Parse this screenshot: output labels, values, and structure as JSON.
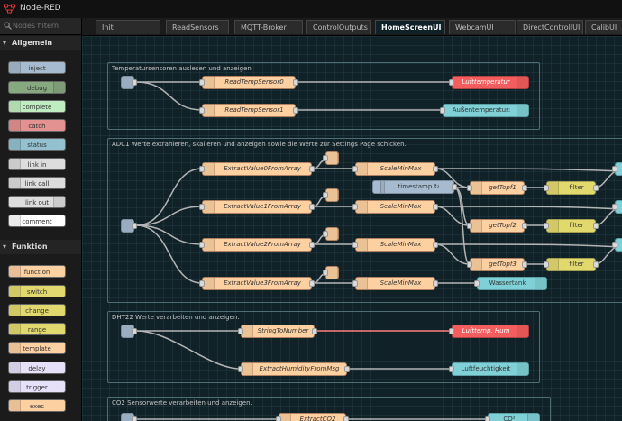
{
  "app": {
    "title": "Node-RED"
  },
  "palette": {
    "search_placeholder": "Nodes filtern",
    "categories": [
      {
        "label": "Allgemein",
        "nodes": [
          "inject",
          "debug",
          "complete",
          "catch",
          "status",
          "link in",
          "link call",
          "link out",
          "comment"
        ]
      },
      {
        "label": "Funktion",
        "nodes": [
          "function",
          "switch",
          "change",
          "range",
          "template",
          "delay",
          "trigger",
          "exec"
        ]
      }
    ]
  },
  "tabs": [
    "Init",
    "ReadSensors",
    "MQTT-Broker",
    "ControlOutputs",
    "HomeScreenUI",
    "WebcamUI",
    "DirectControllUI",
    "CalibUI"
  ],
  "active_tab": "HomeScreenUI",
  "groups": [
    {
      "label": "Temperatursensoren auslesen und anzeigen"
    },
    {
      "label": "ADC1 Werte extrahieren, skalieren und anzeigen sowie die Werte zur Settings Page schicken."
    },
    {
      "label": "DHT22 Werte verarbeiten und anzeigen."
    },
    {
      "label": "CO2 Sensorwerte verarbeiten und anzeigen."
    }
  ],
  "nodes": {
    "read0": "ReadTempSensor0",
    "read1": "ReadTempSensor1",
    "luft": "Lufttemperatur",
    "aussen": "Außentemperatur:",
    "ev0": "ExtractValue0FromArray",
    "ev1": "ExtractValue1FromArray",
    "ev2": "ExtractValue2FromArray",
    "ev3": "ExtractValue3FromArray",
    "sm": "ScaleMinMax",
    "timestamp": "timestamp ↻",
    "gt1": "getTopf1",
    "gt2": "getTopf2",
    "gt3": "getTopf3",
    "filter": "filter",
    "wasser": "Wassertank",
    "s2n": "StringToNumber",
    "lt_hum": "Lufttemp. Hum",
    "ehum": "ExtractHumidityFromMsg",
    "lfk": "Luftfeuchtigkeit",
    "eco2": "ExtractCO2",
    "co2": "CO²"
  }
}
